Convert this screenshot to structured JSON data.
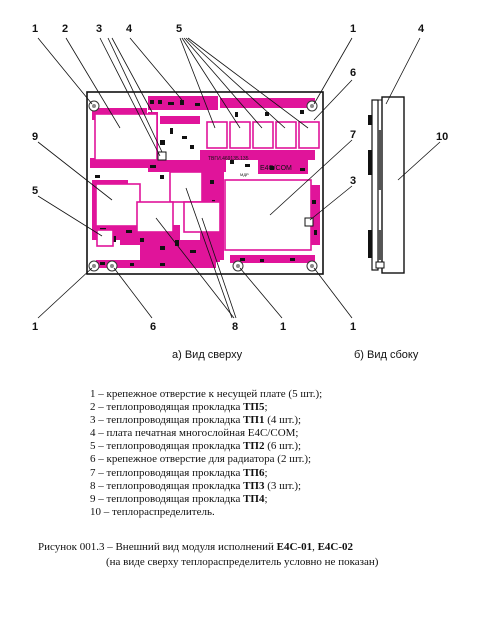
{
  "board": {
    "marking_top": "ТВГИ.469135.135",
    "marking_logo": "E4C/COM",
    "marking_small": "МДР"
  },
  "callouts": [
    "1",
    "2",
    "3",
    "4",
    "5",
    "1",
    "6",
    "9",
    "5",
    "7",
    "3",
    "1",
    "6",
    "8",
    "1",
    "1",
    "4",
    "10"
  ],
  "view_captions": {
    "top_view": "а) Вид сверху",
    "side_view": "б) Вид сбоку"
  },
  "legend": [
    {
      "num": "1",
      "text": "крепежное отверстие к несущей плате (5 шт.);",
      "bold": "",
      "suffix": ""
    },
    {
      "num": "2",
      "text": "теплопроводящая прокладка ",
      "bold": "ТП5",
      "suffix": ";"
    },
    {
      "num": "3",
      "text": "теплопроводящая прокладка ",
      "bold": "ТП1",
      "suffix": " (4 шт.);"
    },
    {
      "num": "4",
      "text": "плата печатная многослойная E4C/COM;",
      "bold": "",
      "suffix": ""
    },
    {
      "num": "5",
      "text": "теплопроводящая прокладка ",
      "bold": "ТП2",
      "suffix": " (6 шт.);"
    },
    {
      "num": "6",
      "text": "крепежное отверстие для радиатора (2 шт.);",
      "bold": "",
      "suffix": ""
    },
    {
      "num": "7",
      "text": "теплопроводящая прокладка ",
      "bold": "ТП6",
      "suffix": ";"
    },
    {
      "num": "8",
      "text": "теплопроводящая прокладка ",
      "bold": "ТП3",
      "suffix": " (3 шт.);"
    },
    {
      "num": "9",
      "text": "теплопроводящая прокладка ",
      "bold": "ТП4",
      "suffix": ";"
    },
    {
      "num": "10",
      "text": "теплораспределитель.",
      "bold": "",
      "suffix": ""
    }
  ],
  "figure_caption": {
    "prefix": "Рисунок 001.3 – Внешний вид модуля исполнений ",
    "v1": "E4C-01",
    "sep": ", ",
    "v2": "E4C-02",
    "line2": "(на виде сверху теплораспределитель условно не показан)"
  }
}
